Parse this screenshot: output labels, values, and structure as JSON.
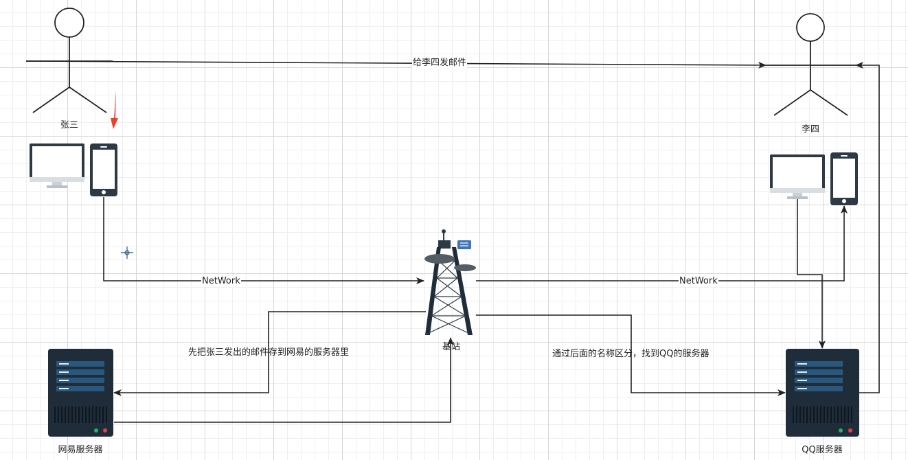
{
  "nodes": {
    "zhangsan": "张三",
    "lisi": "李四",
    "tower": "基站",
    "netease_server": "网易服务器",
    "qq_server": "QQ服务器"
  },
  "edges": {
    "send_mail": "给李四发邮件",
    "network_left": "NetWork",
    "network_right": "NetWork",
    "store_netease": "先把张三发出的邮件存到网易的服务器里",
    "find_qq": "通过后面的名称区分，找到QQ的服务器"
  },
  "colors": {
    "line": "#222222",
    "device_dark": "#2d3a45",
    "screen_blue": "#29577e",
    "highlight_arrow": "#e8412c"
  }
}
